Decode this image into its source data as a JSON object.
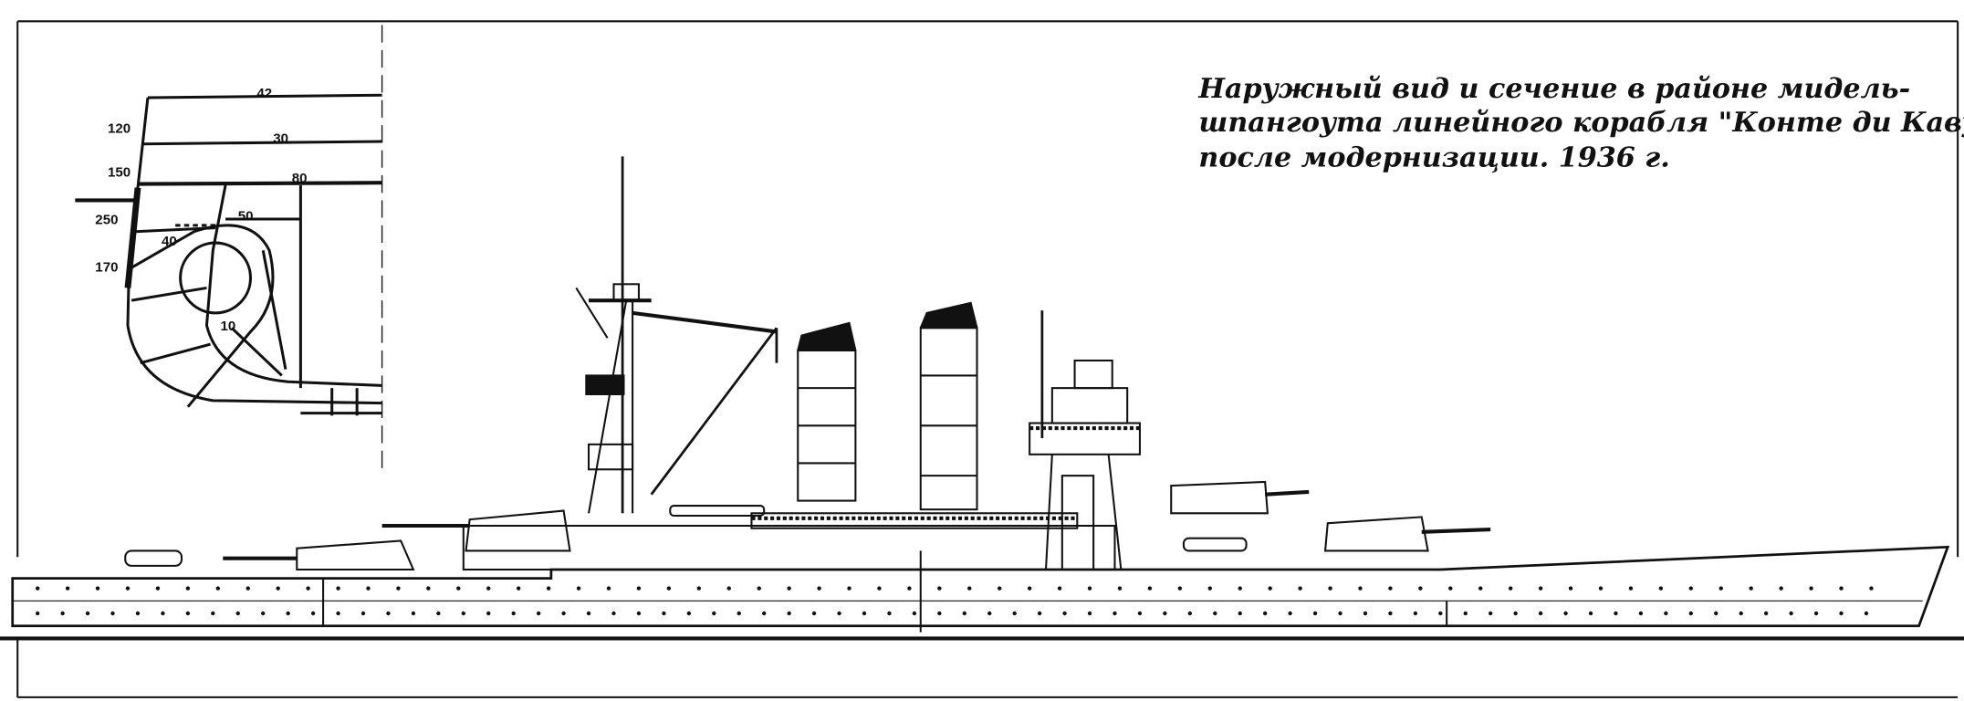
{
  "caption": {
    "line1": "Наружный вид и сечение в районе мидель-",
    "line2": "шпангоута линейного корабля \"Конте ди Кавур\"",
    "line3": "после модернизации. 1936 г."
  },
  "section": {
    "labels": [
      "42",
      "120",
      "30",
      "150",
      "80",
      "250",
      "50",
      "40",
      "170",
      "10"
    ]
  }
}
